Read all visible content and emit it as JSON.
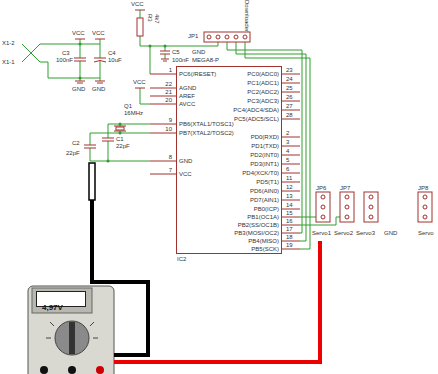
{
  "diagram": {
    "nodes": [
      {
        "text": [
          "IC2"
        ]
      },
      {
        "text": [
          "4,97V"
        ]
      }
    ],
    "labels": [
      "VCC",
      "R3",
      "4k7",
      "Downloader",
      "JP1",
      "GND",
      "MEGA8-P",
      "C5",
      "100nF",
      "X1-2",
      "X1-1",
      "VCC",
      "VCC",
      "C3",
      "100nF",
      "C4",
      "10uF",
      "GND",
      "GND",
      "VCC",
      "Q1",
      "16MHz",
      "C1",
      "22pF",
      "C2",
      "22pF",
      "PC6(/RESET)",
      "1",
      "AGND",
      "22",
      "AREF",
      "21",
      "AVCC",
      "20",
      "PB6(XTAL1/TOSC1)",
      "9",
      "PB7(XTAL2/TOSC2)",
      "10",
      "GND",
      "8",
      "VCC",
      "7",
      "PC0(ADC0)",
      "23",
      "PC1(ADC1)",
      "24",
      "PC2(ADC2)",
      "25",
      "PC3(ADC3)",
      "26",
      "PC4(ADC4/SDA)",
      "27",
      "PC5(ADC5/SCL)",
      "28",
      "PD0(RXD)",
      "2",
      "PD1(TXD)",
      "3",
      "PD2(INT0)",
      "4",
      "PD3(INT1)",
      "5",
      "PD4(XCK/T0)",
      "6",
      "PD5(T1)",
      "11",
      "PD6(AIN0)",
      "12",
      "PD7(AIN1)",
      "13",
      "PB0(ICP)",
      "14",
      "PB1(OC1A)",
      "15",
      "PB2(SS/OC1B)",
      "16",
      "PB3(MOSI/OC2)",
      "17",
      "PB4(MISO)",
      "18",
      "PB5(SCK)",
      "19",
      "JP6",
      "JP7",
      "JP8",
      "Servo1",
      "Servo2",
      "Servo3",
      "GND",
      "Servo"
    ]
  }
}
